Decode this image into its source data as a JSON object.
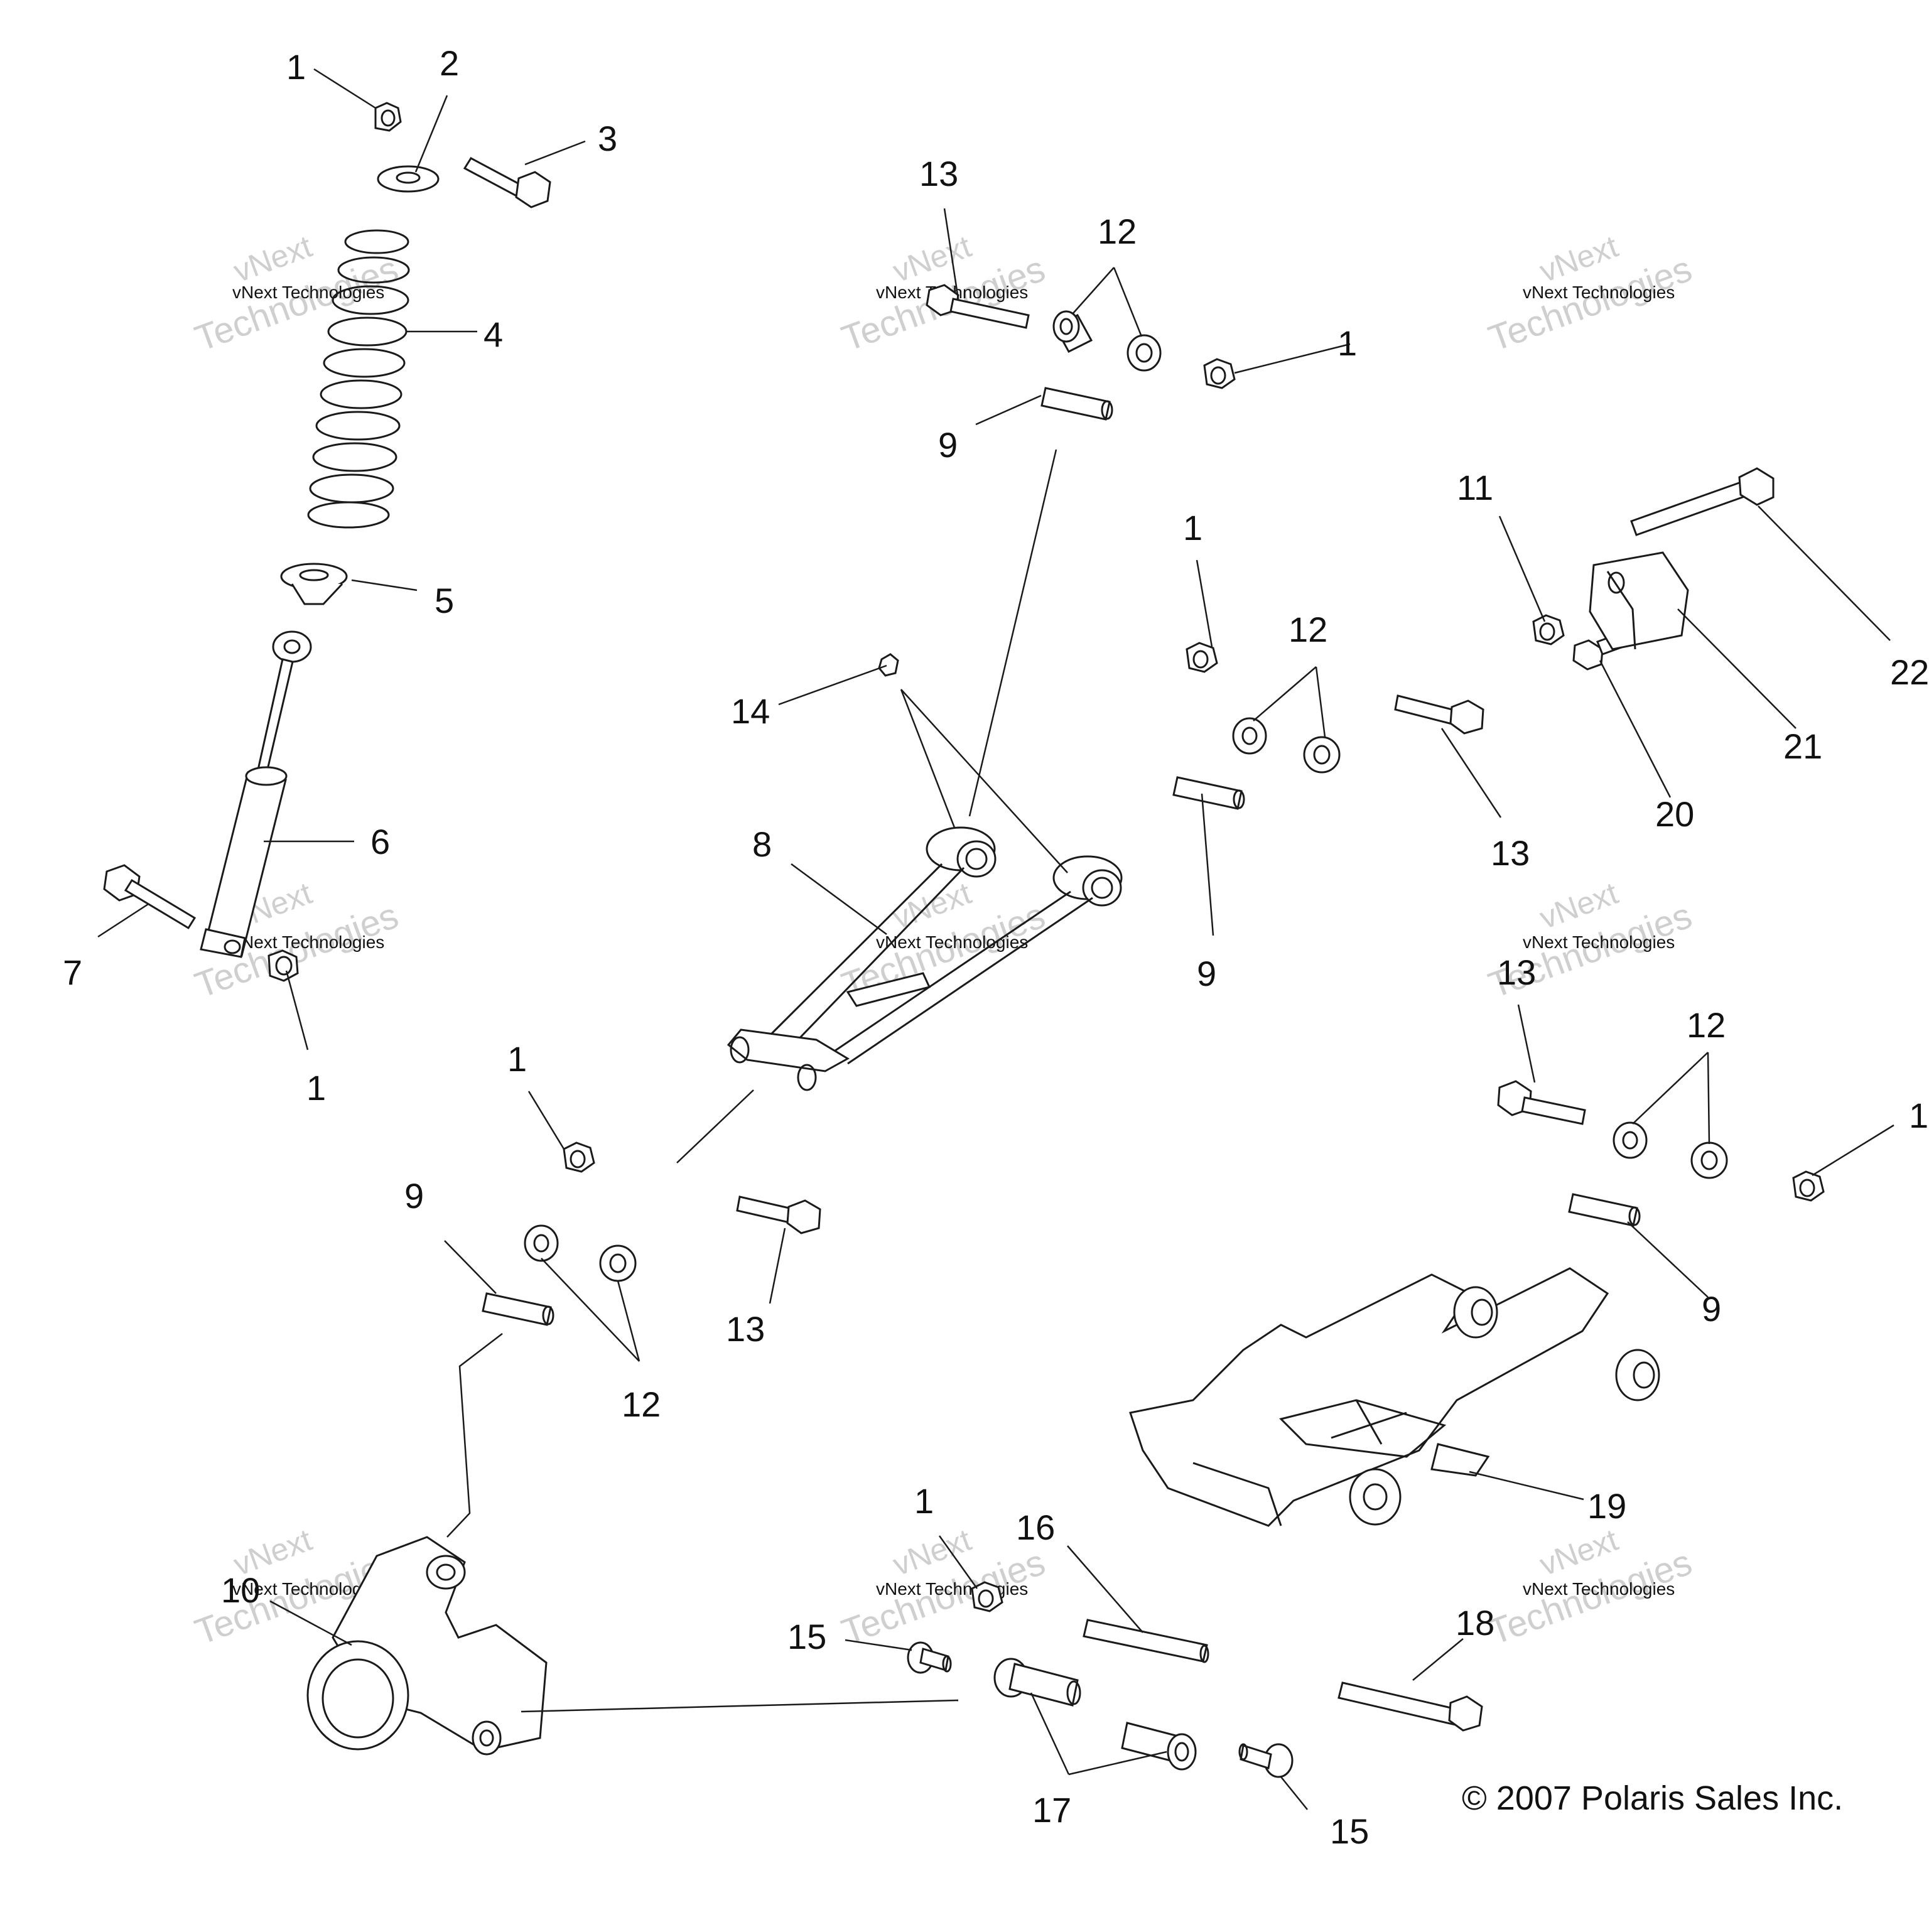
{
  "copyright": "© 2007 Polaris Sales Inc.",
  "watermark": {
    "line1": "vNext Technologies",
    "line2": "vNext",
    "line3": "Technologies"
  },
  "callouts": {
    "c1a": "1",
    "c2": "2",
    "c3": "3",
    "c4": "4",
    "c5": "5",
    "c6": "6",
    "c7": "7",
    "c1b": "1",
    "c13a": "13",
    "c12a": "12",
    "c1c": "1",
    "c9a": "9",
    "c1d": "1",
    "c12b": "12",
    "c11": "11",
    "c22": "22",
    "c21": "21",
    "c20": "20",
    "c13b": "13",
    "c14": "14",
    "c8": "8",
    "c9b": "9",
    "c13c": "13",
    "c12c": "12",
    "c1e": "1",
    "c1f": "1",
    "c9c": "9",
    "c12d": "12",
    "c13d": "13",
    "c9d": "9",
    "c19": "19",
    "c10": "10",
    "c1g": "1",
    "c16": "16",
    "c15a": "15",
    "c18": "18",
    "c17": "17",
    "c15b": "15"
  }
}
